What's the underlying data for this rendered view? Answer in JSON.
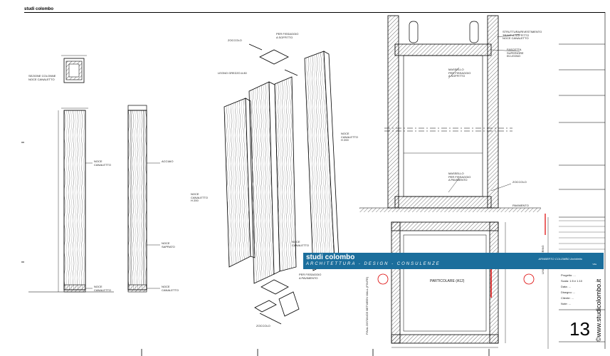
{
  "header": {
    "title": "studi colombo"
  },
  "labels": {
    "section_label": "SEZIONE COLONNE\nNOCE CANALETTO",
    "noce_canaletto": "NOCE\nCANALETTO",
    "acciaio": "ACCIAIO",
    "noce_saprato": "NOCE\nSAPRATO",
    "zoccolo_top": "ZOCCOLO",
    "zoccolo_bottom": "ZOCCOLO",
    "legno_grezzo": "LEGNO GREZZO A 80",
    "per_fissaggio_soffitto": "PER FISSAGGIO\nA SOFFITTO",
    "per_fissaggio_pavimento": "PER FISSAGGIO\nA PAVIMENTO",
    "noce_h200_left": "NOCE\nCANALETTO\nH 200",
    "noce_h200_right": "NOCE\nCANALETTO\nH 200",
    "noce_canaletto_iso": "NOCE\nCANALETTO",
    "struttura": "STRUTTURA/RIVESTIMENTO\nTRAVE A SOFFITTO\nNOCE CANALETTO",
    "fascetta": "FASCETTA\nSUPERIORE\nIN LEGNO",
    "massello_soffitto": "MASSELLO\nPER FISSAGGIO\nA SOFFITTO",
    "massello_pavimento": "MASSELLO\nPER FISSAGGIO\nA PAVIMENTO",
    "zoccolo_section": "ZOCCOLO",
    "pavimento": "PAVIMENTO",
    "particolare": "PARTICOLARE (A12)",
    "final_distance": "FINAL DISTANCE BETWEEN WALL\n(FINITE)",
    "lines_covering": "LINES OF COVERING"
  },
  "banner": {
    "title": "studi colombo",
    "subtitle": "ARCHITETTURA - DESIGN - CONSULENZE",
    "right_title": "ARNBERTO COLOMBO Architetto",
    "right_small": "Villa"
  },
  "titleblock": {
    "rows": [
      "Progetto: ...",
      "Scala: 1:5 e 1:10",
      "Data: ...",
      "Disegno: ...",
      "Cliente: ...",
      "Note: ..."
    ],
    "page_number": "13",
    "website": "©www.studicolombo.it"
  }
}
